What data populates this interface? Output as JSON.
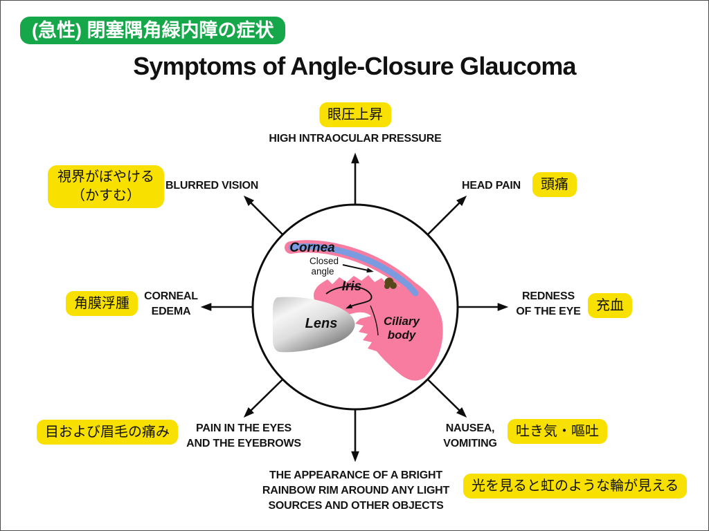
{
  "title": {
    "ja_badge": "(急性) 閉塞隅角緑内障の症状",
    "en": "Symptoms of Angle-Closure Glaucoma"
  },
  "colors": {
    "badge_green": "#17a74b",
    "highlight_yellow": "#f8e000",
    "tissue_pink": "#f87c9f",
    "cornea_blue": "#7b9be0",
    "pigment_brown": "#564818",
    "arrow_black": "#0d0d0d"
  },
  "diagram": {
    "labels": {
      "cornea": "Cornea",
      "closed_angle_line1": "Closed",
      "closed_angle_line2": "angle",
      "iris": "Iris",
      "lens": "Lens",
      "ciliary_line1": "Ciliary",
      "ciliary_line2": "body"
    }
  },
  "symptoms": {
    "top": {
      "ja": "眼圧上昇",
      "en": "HIGH INTRAOCULAR PRESSURE"
    },
    "top_left": {
      "ja_line1": "視界がぼやける",
      "ja_line2": "（かすむ）",
      "en": "BLURRED VISION"
    },
    "top_right": {
      "en": "HEAD PAIN",
      "ja": "頭痛"
    },
    "left": {
      "ja": "角膜浮腫",
      "en_line1": "CORNEAL",
      "en_line2": "EDEMA"
    },
    "right": {
      "en_line1": "REDNESS",
      "en_line2": "OF THE EYE",
      "ja": "充血"
    },
    "bottom_left": {
      "ja": "目および眉毛の痛み",
      "en_line1": "PAIN IN THE EYES",
      "en_line2": "AND THE EYEBROWS"
    },
    "bottom_right": {
      "en_line1": "NAUSEA,",
      "en_line2": "VOMITING",
      "ja": "吐き気・嘔吐"
    },
    "bottom": {
      "en_line1": "THE APPEARANCE OF A BRIGHT",
      "en_line2": "RAINBOW RIM AROUND ANY LIGHT",
      "en_line3": "SOURCES AND OTHER OBJECTS",
      "ja": "光を見ると虹のような輪が見える"
    }
  }
}
